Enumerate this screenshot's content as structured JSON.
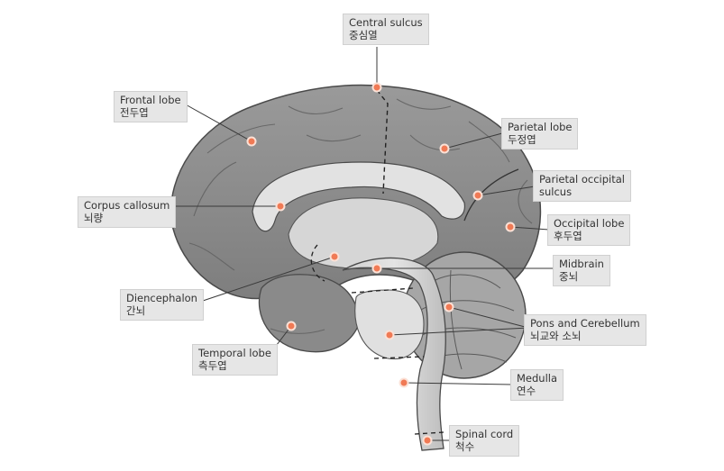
{
  "labels": {
    "central_sulcus": {
      "en": "Central sulcus",
      "ko": "중심열"
    },
    "frontal_lobe": {
      "en": "Frontal lobe",
      "ko": "전두엽"
    },
    "parietal_lobe": {
      "en": "Parietal lobe",
      "ko": "두정엽"
    },
    "parietal_occipital_sulcus": {
      "en": "Parietal occipital",
      "en2": "sulcus"
    },
    "corpus_callosum": {
      "en": "Corpus callosum",
      "ko": "뇌량"
    },
    "occipital_lobe": {
      "en": "Occipital lobe",
      "ko": "후두엽"
    },
    "midbrain": {
      "en": "Midbrain",
      "ko": "중뇌"
    },
    "diencephalon": {
      "en": "Diencephalon",
      "ko": "간뇌"
    },
    "pons_cerebellum": {
      "en": "Pons and Cerebellum",
      "ko": "뇌교와 소뇌"
    },
    "temporal_lobe": {
      "en": "Temporal lobe",
      "ko": "측두엽"
    },
    "medulla": {
      "en": "Medulla",
      "ko": "연수"
    },
    "spinal_cord": {
      "en": "Spinal cord",
      "ko": "척수"
    }
  },
  "colors": {
    "marker": "#f07a55",
    "label_bg": "#e6e6e6",
    "brain_gray": "#8f8f8f",
    "inner_light": "#d4d4d4"
  }
}
